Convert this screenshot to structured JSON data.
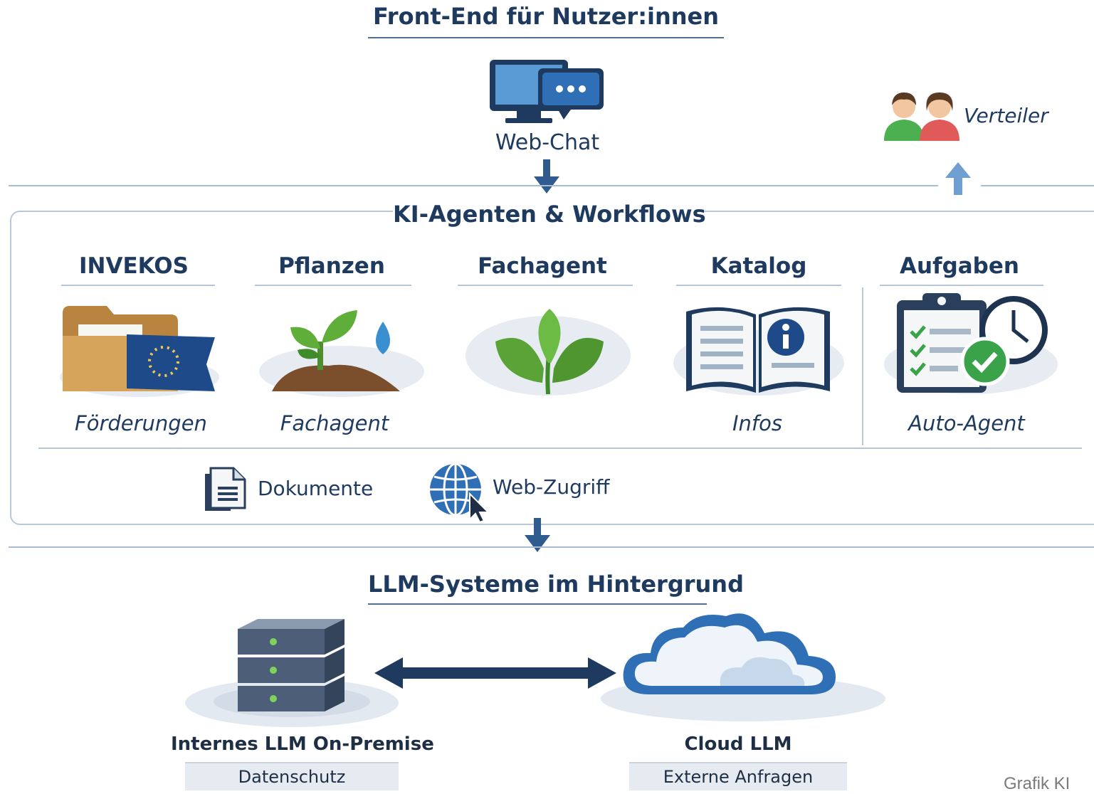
{
  "frontend": {
    "title": "Front-End für Nutzer:innen",
    "webchat_label": "Web-Chat"
  },
  "verteiler": {
    "label": "Verteiler"
  },
  "agents_section": {
    "title": "KI-Agenten & Workflows"
  },
  "agents": [
    {
      "heading": "INVEKOS",
      "sub": "Förderungen",
      "icon": "folder-eu-icon"
    },
    {
      "heading": "Pflanzen",
      "sub": "Fachagent",
      "icon": "plant-icon"
    },
    {
      "heading": "Fachagent",
      "sub": "",
      "icon": "leaves-icon"
    },
    {
      "heading": "Katalog",
      "sub": "Infos",
      "icon": "book-info-icon"
    },
    {
      "heading": "Aufgaben",
      "sub": "Auto-Agent",
      "icon": "clipboard-clock-icon"
    }
  ],
  "tools": {
    "documents": "Dokumente",
    "web_access": "Web-Zugriff"
  },
  "llm_section": {
    "title": "LLM-Systeme im Hintergrund"
  },
  "systems": {
    "internal": {
      "name": "Internes LLM On-Premise",
      "tag": "Datenschutz"
    },
    "cloud": {
      "name": "Cloud LLM",
      "tag": "Externe Anfragen"
    }
  },
  "credit": "Grafik KI",
  "colors": {
    "navy": "#1e3a5f",
    "accent_blue": "#2f6fb5",
    "line": "#a9bcd0"
  }
}
